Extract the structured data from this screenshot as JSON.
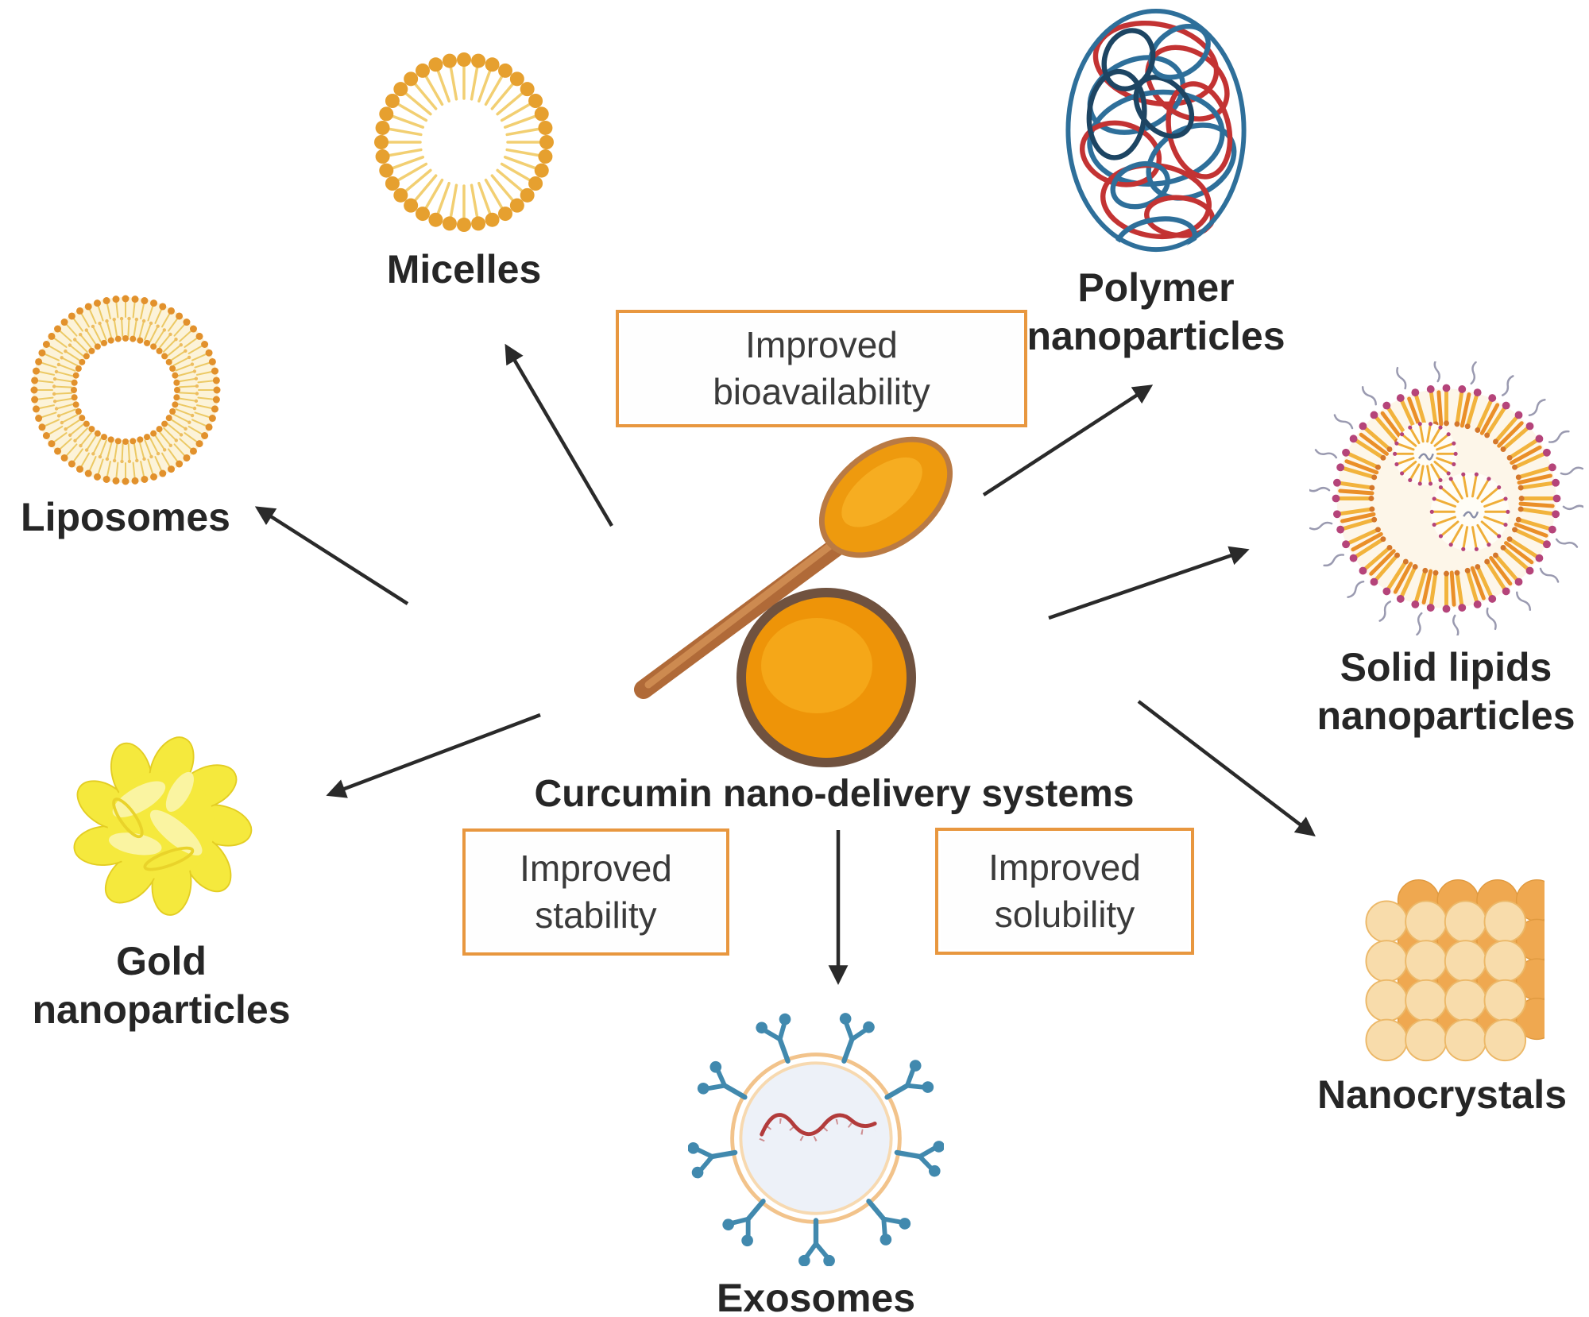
{
  "title": "Curcumin nano-delivery systems",
  "benefits": [
    {
      "id": "bioavailability",
      "label": "Improved\nbioavailability"
    },
    {
      "id": "stability",
      "label": "Improved\nstability"
    },
    {
      "id": "solubility",
      "label": "Improved\nsolubility"
    }
  ],
  "nodes": [
    {
      "id": "micelles",
      "label": "Micelles",
      "icon": "micelles-icon"
    },
    {
      "id": "liposomes",
      "label": "Liposomes",
      "icon": "liposomes-icon"
    },
    {
      "id": "gold",
      "label": "Gold\nnanoparticles",
      "icon": "gold-nanoparticles-icon"
    },
    {
      "id": "polymer",
      "label": "Polymer\nnanoparticles",
      "icon": "polymer-nanoparticles-icon"
    },
    {
      "id": "solid-lipids",
      "label": "Solid lipids\nnanoparticles",
      "icon": "solid-lipids-nanoparticles-icon"
    },
    {
      "id": "nanocrystals",
      "label": "Nanocrystals",
      "icon": "nanocrystals-icon"
    },
    {
      "id": "exosomes",
      "label": "Exosomes",
      "icon": "exosomes-icon"
    }
  ],
  "center": {
    "id": "curcumin",
    "icon": "curcumin-spoon-bowl-image"
  },
  "colors": {
    "box_border": "#e8973f",
    "arrow": "#2a2a2a",
    "label_text": "#262626",
    "box_text": "#3a3a3a",
    "turmeric": "#ee9408",
    "micelle_head": "#e6a02f",
    "lipid_tail": "#f2cf72",
    "polymer_blue": "#2e6f9a",
    "polymer_red": "#c33333",
    "gold_yellow": "#f5e93d",
    "exosome_receptor": "#4189ae",
    "exosome_rna": "#b23b3b",
    "solid_lipid_dot": "#b5447a",
    "nanocrystal_front": "#f8dcab",
    "nanocrystal_back": "#efa850"
  }
}
